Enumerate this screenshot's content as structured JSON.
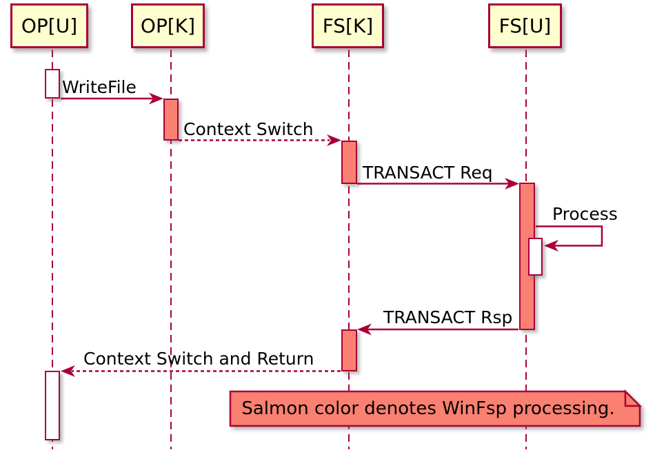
{
  "colors": {
    "accent": "#A80036",
    "participant_fill": "#FEFECE",
    "salmon": "#FA8072",
    "activation_idle": "#FFFFFF",
    "text": "#000000",
    "background": "#FFFFFF"
  },
  "participants": [
    {
      "label": "OP[U]"
    },
    {
      "label": "OP[K]"
    },
    {
      "label": "FS[K]"
    },
    {
      "label": "FS[U]"
    }
  ],
  "messages": [
    {
      "label": "WriteFile",
      "from": "OP[U]",
      "to": "OP[K]",
      "style": "solid"
    },
    {
      "label": "Context Switch",
      "from": "OP[K]",
      "to": "FS[K]",
      "style": "dashed"
    },
    {
      "label": "TRANSACT Req",
      "from": "FS[K]",
      "to": "FS[U]",
      "style": "solid"
    },
    {
      "label": "Process",
      "from": "FS[U]",
      "to": "FS[U]",
      "style": "self"
    },
    {
      "label": "TRANSACT Rsp",
      "from": "FS[U]",
      "to": "FS[K]",
      "style": "solid"
    },
    {
      "label": "Context Switch and Return",
      "from": "FS[K]",
      "to": "OP[U]",
      "style": "dashed"
    }
  ],
  "note": {
    "text": "Salmon color denotes WinFsp processing."
  }
}
